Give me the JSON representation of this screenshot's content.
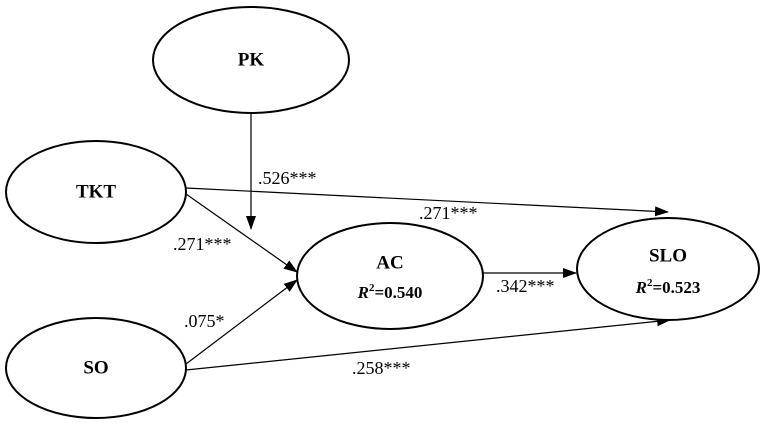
{
  "nodes": {
    "pk": {
      "label": "PK"
    },
    "tkt": {
      "label": "TKT"
    },
    "so": {
      "label": "SO"
    },
    "ac": {
      "label": "AC",
      "r2_symbol": "R",
      "r2_exp": "2",
      "r2_value": "=0.540"
    },
    "slo": {
      "label": "SLO",
      "r2_symbol": "R",
      "r2_exp": "2",
      "r2_value": "=0.523"
    }
  },
  "paths": {
    "pk_ac": ".526***",
    "tkt_slo": ".271***",
    "tkt_ac": ".271***",
    "so_ac": ".075*",
    "ac_slo": ".342***",
    "so_slo": ".258***"
  },
  "colors": {
    "stroke": "#000000",
    "fill": "#ffffff",
    "text": "#000000"
  }
}
